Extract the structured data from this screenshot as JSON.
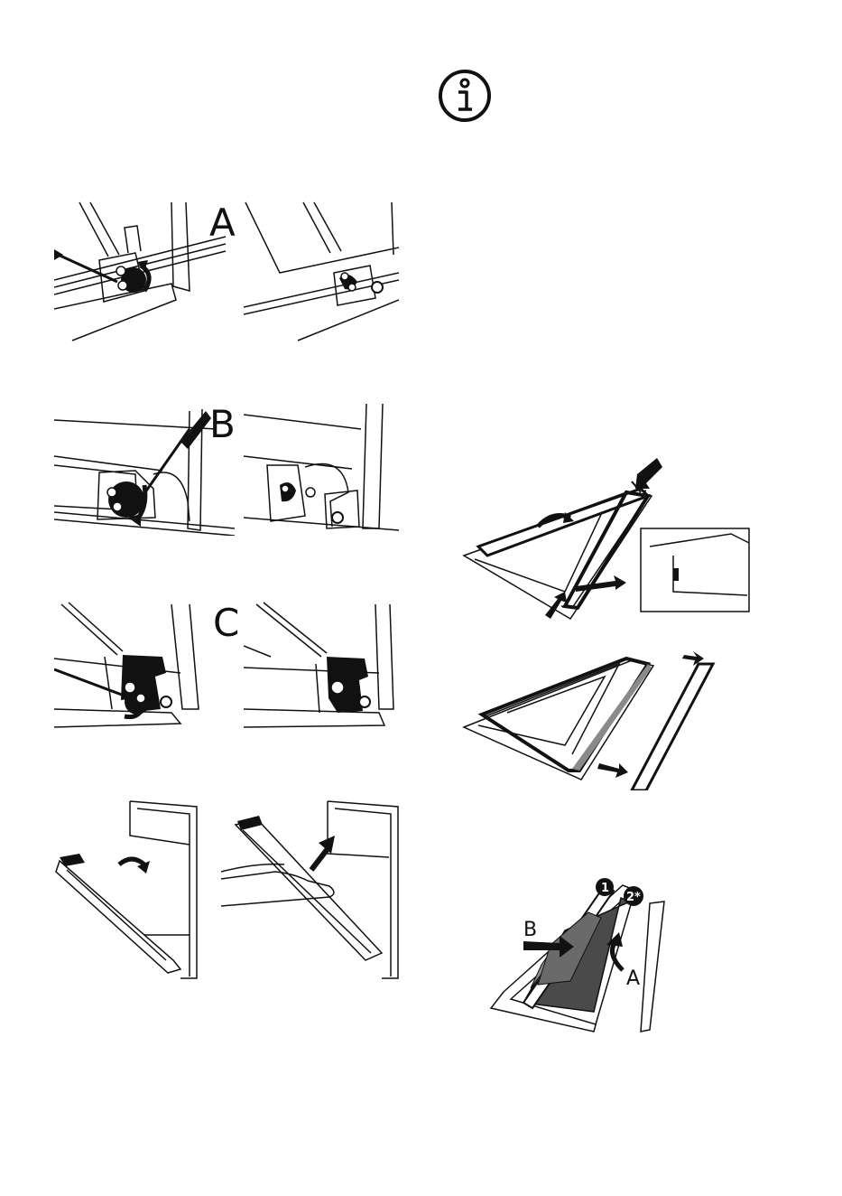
{
  "steps": {
    "a": {
      "letter": "A"
    },
    "b": {
      "letter": "B"
    },
    "c": {
      "letter": "C"
    }
  },
  "glass_figure": {
    "label_b": "B",
    "label_a": "A",
    "badge_1": "1",
    "badge_2": "2*"
  },
  "icons": {
    "info": "info-icon"
  },
  "colors": {
    "line": "#111111",
    "dark_glass": "#4a4a4a",
    "mid_glass": "#8a8a8a"
  }
}
